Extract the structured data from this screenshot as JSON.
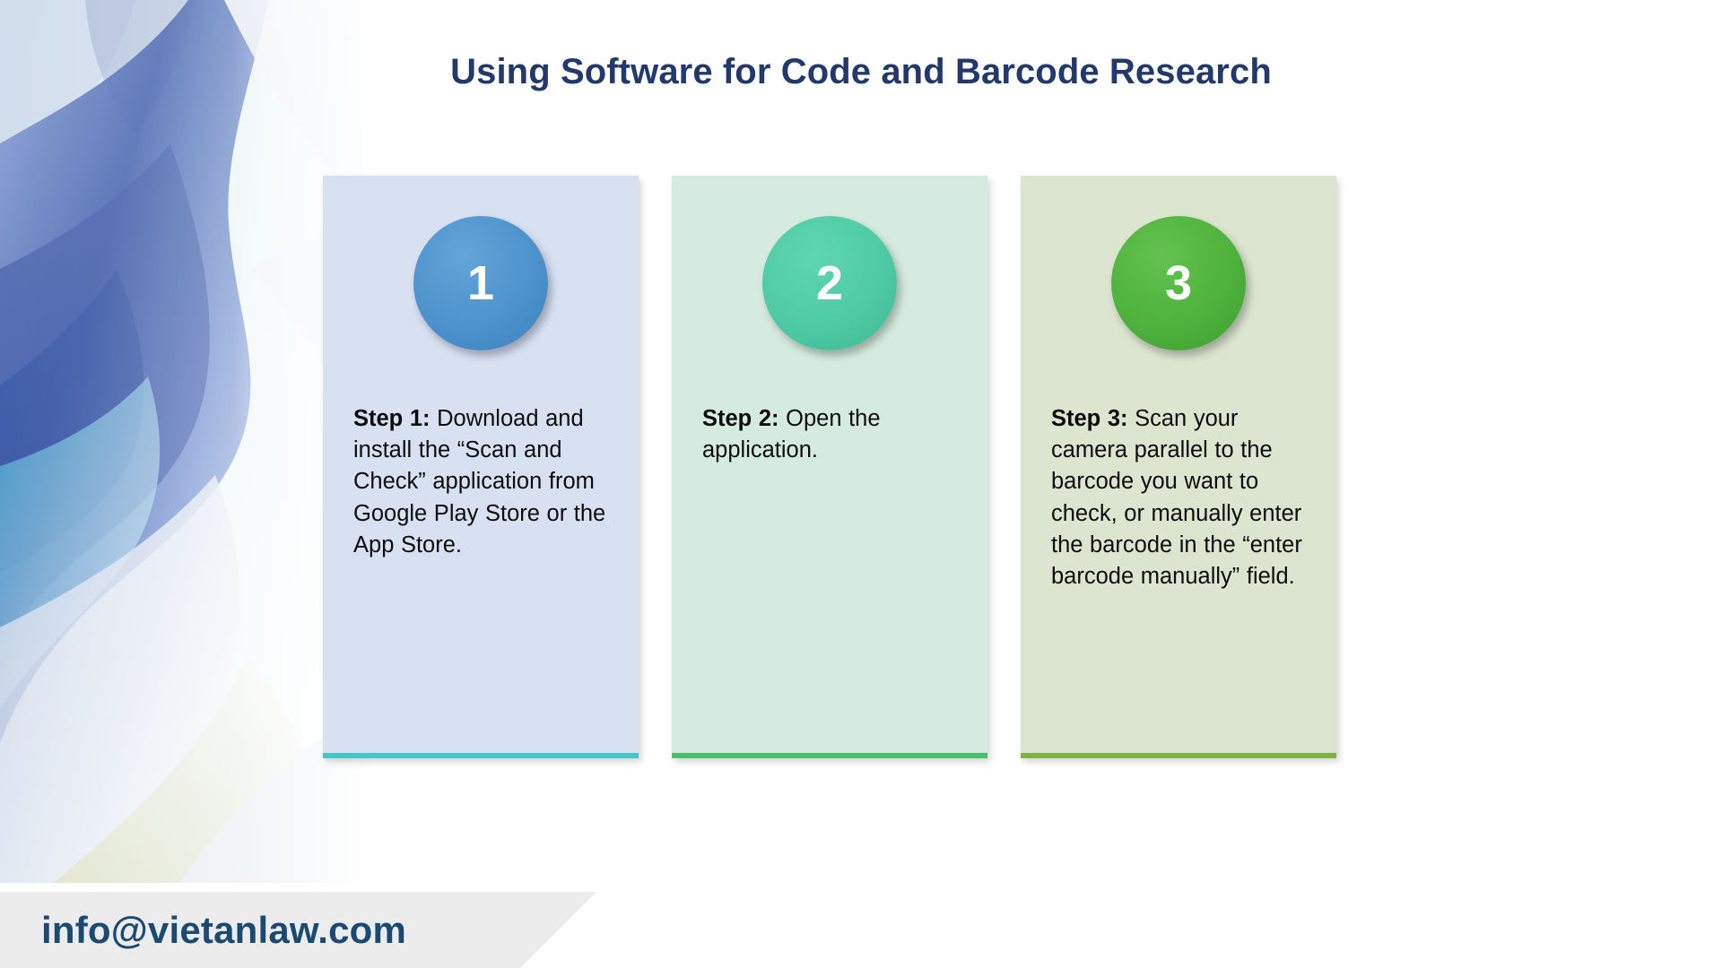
{
  "slide": {
    "title": "Using Software for Code and Barcode Research",
    "background_color": "#ffffff",
    "title_color": "#24396b"
  },
  "steps": [
    {
      "number": "1",
      "label_bold": "Step 1:",
      "text": " Download and install the “Scan and Check” application from Google Play Store or the App Store.",
      "card_color": "#d7e1f2",
      "circle_color": "#4d92cc",
      "accent_color": "#45c7c9"
    },
    {
      "number": "2",
      "label_bold": "Step 2:",
      "text": " Open the application.",
      "card_color": "#d6ebdf",
      "circle_color": "#4ecaa4",
      "accent_color": "#4cbf6e"
    },
    {
      "number": "3",
      "label_bold": "Step 3:",
      "text": " Scan your camera parallel to the barcode you want to check, or manually enter the barcode in the “enter barcode manually” field.",
      "card_color": "#dce5cf",
      "circle_color": "#4eb23c",
      "accent_color": "#7fb244"
    }
  ],
  "footer": {
    "email": "info@vietanlaw.com",
    "email_color": "#1a4a74",
    "banner_color": "#ececec"
  },
  "decoration": {
    "name": "abstract-wave-artwork",
    "colors": [
      "#2e4fa0",
      "#5a7fc8",
      "#7fd4e0",
      "#b9e8e4",
      "#eef4f7",
      "#d8dce8"
    ]
  }
}
